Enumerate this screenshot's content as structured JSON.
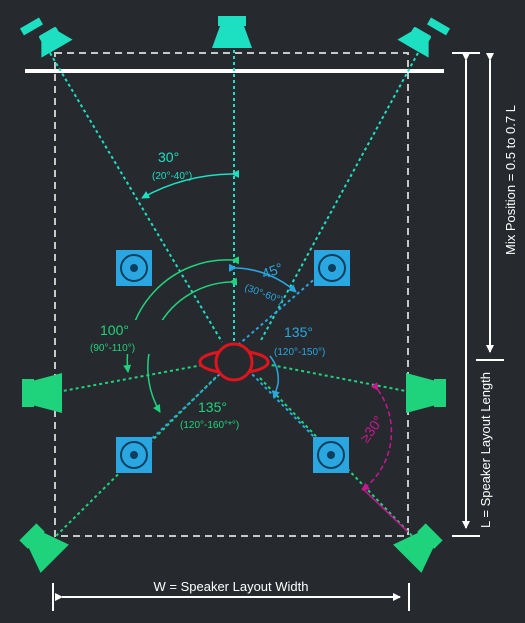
{
  "colors": {
    "background": "#262a2e",
    "front": "#1de0c2",
    "surround": "#1fd37c",
    "rear": "#2aa7e0",
    "height": "#2aa7e0",
    "head": "#e0141c",
    "elevation": "#c8188e",
    "white": "#ffffff",
    "dashed_box": "#c8c8c8"
  },
  "angles": {
    "front_main": "30°",
    "front_range": "(20°-40°)",
    "height_main": "45°",
    "height_range": "(30°-60°)",
    "rear_height_main": "135°",
    "rear_height_range": "(120°-150°)",
    "side_main": "100°",
    "side_range": "(90°-110°)",
    "rear_main": "135°",
    "rear_range": "(120°-160°*°)",
    "elevation_label": "≥30°"
  },
  "dimensions": {
    "mix_position": "Mix Position = 0.5 to 0.7 L",
    "length": "L = Speaker Layout Length",
    "width": "W = Speaker Layout Width"
  },
  "icons": {
    "front_speaker": "front-speaker-icon",
    "side_speaker": "side-speaker-icon",
    "rear_speaker": "rear-speaker-icon",
    "height_speaker": "height-speaker-icon",
    "listener": "listener-head-icon"
  }
}
